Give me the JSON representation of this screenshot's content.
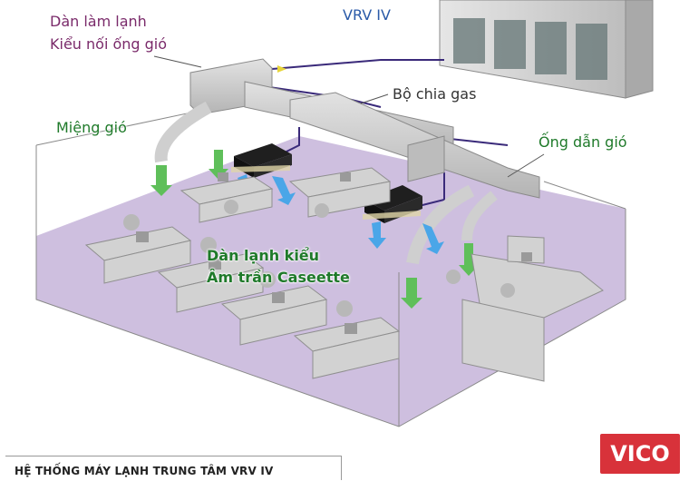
{
  "labels": {
    "fancoil_duct_line1": "Dàn làm lạnh",
    "fancoil_duct_line2": "Kiểu nối ống gió",
    "outdoor_unit": "VRV IV",
    "gas_divider": "Bộ chia gas",
    "air_grille": "Miệng gió",
    "air_duct": "Ống dẫn gió",
    "cassette_line1": "Dàn lạnh kiểu",
    "cassette_line2": "Âm trần Caseette"
  },
  "caption": "HỆ THỐNG MÁY LẠNH TRUNG TÂM VRV IV",
  "logo": "VICO",
  "colors": {
    "floor": "#c9b8dc",
    "duct": "#cfcfcf",
    "pipe": "#3a2a7a",
    "airflow_green": "#5fbf5a",
    "airflow_blue": "#4aa6e8",
    "label_purple": "#7a2a6a",
    "label_green": "#1f7a2a",
    "logo_red": "#d8323a"
  }
}
